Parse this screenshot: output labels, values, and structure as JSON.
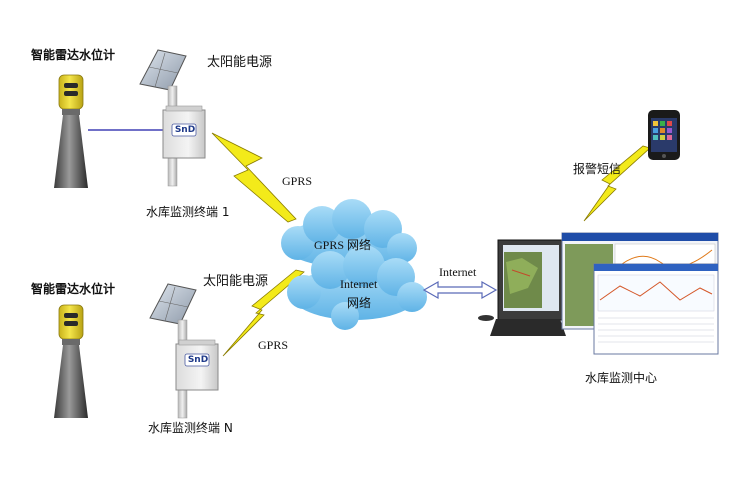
{
  "sensors": [
    {
      "label": "智能雷达水位计"
    },
    {
      "label": "智能雷达水位计"
    }
  ],
  "solar": [
    {
      "label": "太阳能电源"
    },
    {
      "label": "太阳能电源"
    }
  ],
  "terminals": [
    {
      "label": "水库监测终端 1",
      "logo": "SnD"
    },
    {
      "label": "水库监测终端 N",
      "logo": "SnD"
    }
  ],
  "links": {
    "gprs_top": "GPRS",
    "gprs_bottom": "GPRS",
    "internet": "Internet",
    "sms": "报警短信"
  },
  "cloud": {
    "gprs_net": "GPRS 网络",
    "internet_line1": "Internet",
    "internet_line2": "网络"
  },
  "center": {
    "label": "水库监测中心"
  },
  "colors": {
    "cloud": "#7fc6ee",
    "lightning": "#f3ea1a",
    "sensor": "#e8d22e",
    "link_line": "#1a1aa8",
    "arrow": "#5a6ab8"
  }
}
